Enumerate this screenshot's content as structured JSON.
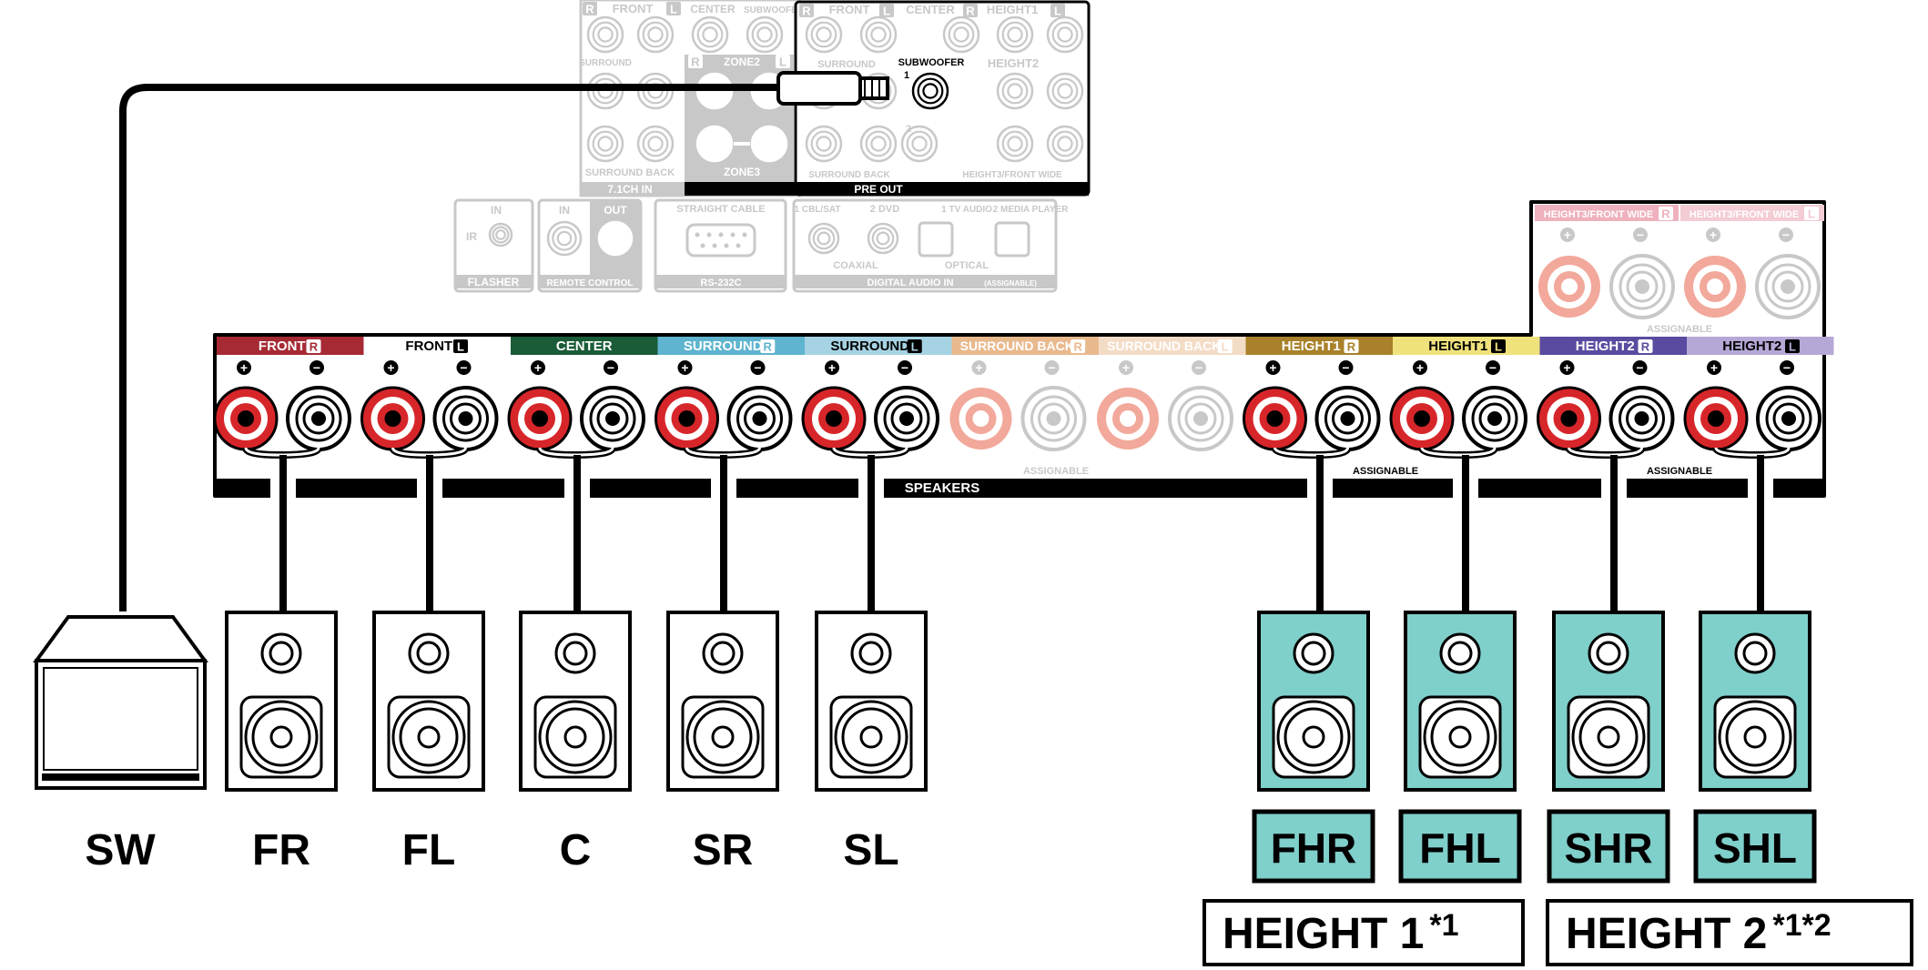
{
  "colors": {
    "front_r": "#a62a34",
    "front_l": "#ffffff",
    "center": "#1a5c38",
    "surround_r": "#5fb4cf",
    "surround_l": "#a6d3e3",
    "surround_back_r": "#e9b98e",
    "surround_back_l": "#f3dcc6",
    "height1_r": "#a9812a",
    "height1_l": "#efe27c",
    "height2_r": "#5a4ba0",
    "height2_l": "#b6a8d6",
    "height3_r": "#eeb1bd",
    "height3_l": "#f3ccd4",
    "teal": "#7fcfcb",
    "terminal_red": "#d7262a",
    "faded_red": "#f2a89a",
    "faded": "#c8c8c8"
  },
  "pre_out": {
    "left_faded_labels": [
      "FRONT",
      "CENTER",
      "SUBWOOFER",
      "SURROUND",
      "SURROUND BACK",
      "7.1CH IN"
    ],
    "zone_labels": [
      "ZONE2",
      "ZONE3"
    ],
    "right_labels": [
      "FRONT",
      "CENTER",
      "HEIGHT1",
      "SURROUND",
      "HEIGHT2",
      "SURROUND BACK",
      "HEIGHT3/FRONT WIDE"
    ],
    "subwoofer_label": "SUBWOOFER",
    "subwoofer_numbers": [
      "1",
      "2"
    ],
    "footer": "PRE OUT",
    "rl": [
      "R",
      "L"
    ]
  },
  "control_panel": {
    "flasher": {
      "title": "FLASHER",
      "in": "IN",
      "ir": "IR"
    },
    "remote": {
      "title": "REMOTE CONTROL",
      "in": "IN",
      "out": "OUT"
    },
    "rs232": {
      "title": "RS-232C",
      "cable": "STRAIGHT CABLE"
    },
    "digital": {
      "title": "DIGITAL AUDIO IN",
      "assignable": "(ASSIGNABLE)",
      "inputs": [
        "1 CBL/SAT",
        "2 DVD",
        "1 TV AUDIO",
        "2 MEDIA PLAYER"
      ],
      "coaxial": "COAXIAL",
      "optical": "OPTICAL"
    }
  },
  "speaker_terminals": {
    "groups": [
      {
        "label": "FRONT",
        "side": "R",
        "active": true
      },
      {
        "label": "FRONT",
        "side": "L",
        "active": true
      },
      {
        "label": "CENTER",
        "side": "",
        "active": true
      },
      {
        "label": "SURROUND",
        "side": "R",
        "active": true
      },
      {
        "label": "SURROUND",
        "side": "L",
        "active": true
      },
      {
        "label": "SURROUND BACK",
        "side": "R",
        "active": false
      },
      {
        "label": "SURROUND BACK",
        "side": "L",
        "active": false
      },
      {
        "label": "HEIGHT1",
        "side": "R",
        "active": true
      },
      {
        "label": "HEIGHT1",
        "side": "L",
        "active": true
      },
      {
        "label": "HEIGHT2",
        "side": "R",
        "active": true
      },
      {
        "label": "HEIGHT2",
        "side": "L",
        "active": true
      }
    ],
    "height3": [
      {
        "label": "HEIGHT3/FRONT WIDE",
        "side": "R"
      },
      {
        "label": "HEIGHT3/FRONT WIDE",
        "side": "L"
      }
    ],
    "speakers_label": "SPEAKERS",
    "assignable": "ASSIGNABLE",
    "plus": "+",
    "minus": "−"
  },
  "speakers": [
    {
      "label": "SW",
      "kind": "subwoofer",
      "highlight": false
    },
    {
      "label": "FR",
      "kind": "speaker",
      "highlight": false
    },
    {
      "label": "FL",
      "kind": "speaker",
      "highlight": false
    },
    {
      "label": "C",
      "kind": "speaker",
      "highlight": false
    },
    {
      "label": "SR",
      "kind": "speaker",
      "highlight": false
    },
    {
      "label": "SL",
      "kind": "speaker",
      "highlight": false
    },
    {
      "label": "FHR",
      "kind": "speaker",
      "highlight": true
    },
    {
      "label": "FHL",
      "kind": "speaker",
      "highlight": true
    },
    {
      "label": "SHR",
      "kind": "speaker",
      "highlight": true
    },
    {
      "label": "SHL",
      "kind": "speaker",
      "highlight": true
    }
  ],
  "groups_labels": [
    {
      "label": "HEIGHT 1",
      "note": "*1"
    },
    {
      "label": "HEIGHT 2",
      "note": "*1*2"
    }
  ]
}
